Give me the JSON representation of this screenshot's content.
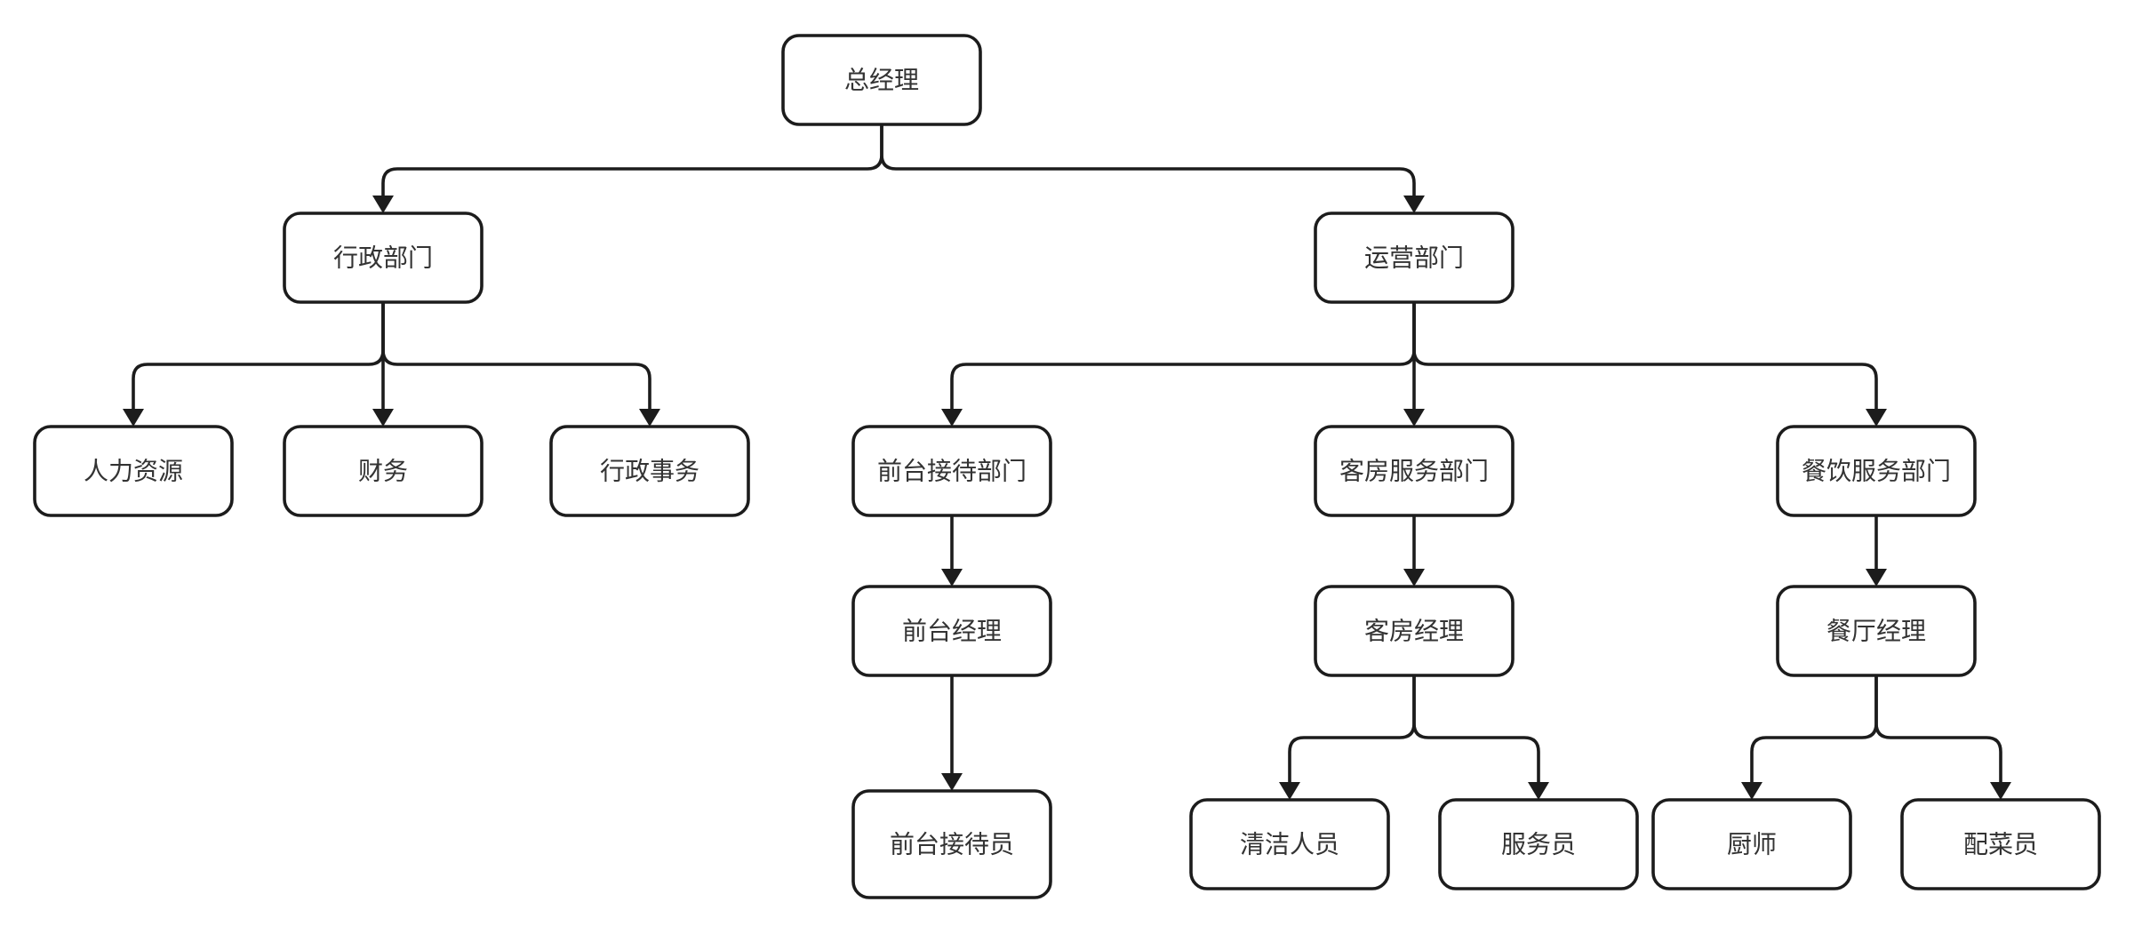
{
  "org_chart": {
    "nodes": [
      {
        "id": "gm",
        "label": "总经理"
      },
      {
        "id": "admin",
        "label": "行政部门"
      },
      {
        "id": "ops",
        "label": "运营部门"
      },
      {
        "id": "hr",
        "label": "人力资源"
      },
      {
        "id": "finance",
        "label": "财务"
      },
      {
        "id": "admin_affairs",
        "label": "行政事务"
      },
      {
        "id": "front_desk",
        "label": "前台接待部门"
      },
      {
        "id": "housekeeping",
        "label": "客房服务部门"
      },
      {
        "id": "fnb",
        "label": "餐饮服务部门"
      },
      {
        "id": "fd_manager",
        "label": "前台经理"
      },
      {
        "id": "hk_manager",
        "label": "客房经理"
      },
      {
        "id": "rest_manager",
        "label": "餐厅经理"
      },
      {
        "id": "receptionist",
        "label": "前台接待员"
      },
      {
        "id": "cleaner",
        "label": "清洁人员"
      },
      {
        "id": "attendant",
        "label": "服务员"
      },
      {
        "id": "chef",
        "label": "厨师"
      },
      {
        "id": "prep",
        "label": "配菜员"
      }
    ],
    "edges": [
      [
        "gm",
        "admin"
      ],
      [
        "gm",
        "ops"
      ],
      [
        "admin",
        "hr"
      ],
      [
        "admin",
        "finance"
      ],
      [
        "admin",
        "admin_affairs"
      ],
      [
        "ops",
        "front_desk"
      ],
      [
        "ops",
        "housekeeping"
      ],
      [
        "ops",
        "fnb"
      ],
      [
        "front_desk",
        "fd_manager"
      ],
      [
        "fd_manager",
        "receptionist"
      ],
      [
        "housekeeping",
        "hk_manager"
      ],
      [
        "hk_manager",
        "cleaner"
      ],
      [
        "hk_manager",
        "attendant"
      ],
      [
        "fnb",
        "rest_manager"
      ],
      [
        "rest_manager",
        "chef"
      ],
      [
        "rest_manager",
        "prep"
      ]
    ]
  }
}
